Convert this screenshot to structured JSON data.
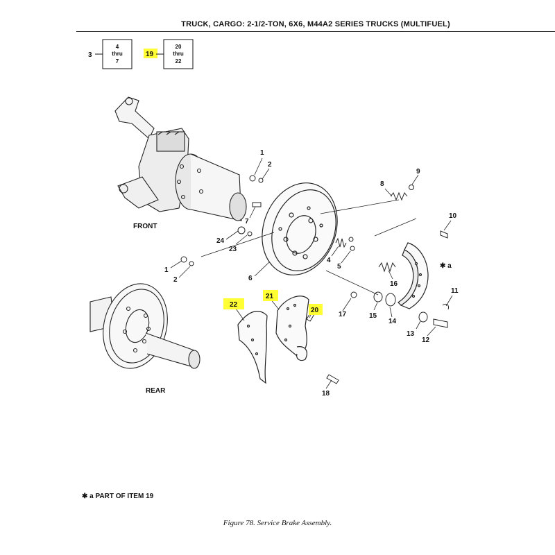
{
  "header": {
    "title": "TRUCK, CARGO: 2-1/2-TON, 6X6, M44A2 SERIES TRUCKS (MULTIFUEL)"
  },
  "index_boxes": [
    {
      "left_label": "3",
      "lines": [
        "4",
        "thru",
        "7"
      ]
    },
    {
      "left_label": "19",
      "left_label_highlighted": true,
      "lines": [
        "20",
        "thru",
        "22"
      ]
    }
  ],
  "views": {
    "front": "FRONT",
    "rear": "REAR"
  },
  "callouts": {
    "c1a": "1",
    "c2a": "2",
    "c9": "9",
    "c8": "8",
    "c10": "10",
    "c7": "7",
    "c24": "24",
    "c23": "23",
    "c4": "4",
    "c5": "5",
    "c1b": "1",
    "c2b": "2",
    "c6": "6",
    "c16": "16",
    "star_a": "✱ a",
    "c11": "11",
    "c22": "22",
    "c21": "21",
    "c20": "20",
    "c17": "17",
    "c15": "15",
    "c14": "14",
    "c13": "13",
    "c12": "12",
    "c18": "18"
  },
  "highlight_color": "#ffff33",
  "footnote": "✱ a  PART OF ITEM 19",
  "caption": "Figure 78.  Service Brake Assembly."
}
